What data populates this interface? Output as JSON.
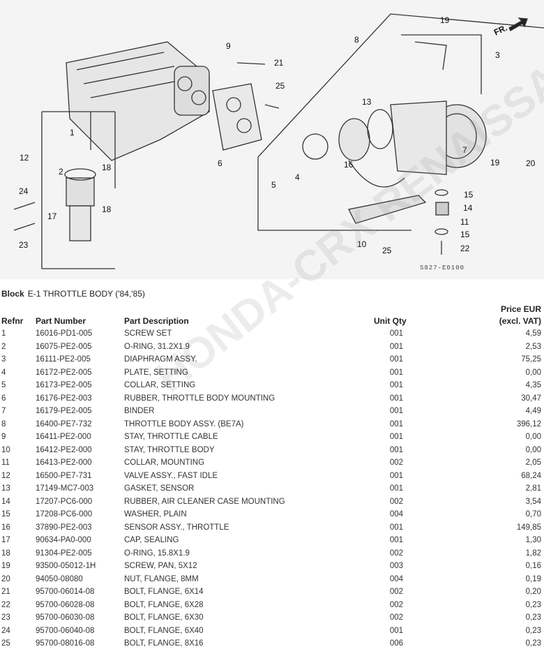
{
  "diagram": {
    "callouts": [
      "19",
      "FR.",
      "9",
      "8",
      "21",
      "3",
      "25",
      "13",
      "1",
      "12",
      "6",
      "18",
      "2",
      "7",
      "16",
      "19",
      "20",
      "5",
      "4",
      "24",
      "15",
      "18",
      "14",
      "17",
      "11",
      "15",
      "23",
      "10",
      "25",
      "22"
    ],
    "code": "S827-E0100"
  },
  "block": {
    "label": "Block",
    "title": "E-1 THROTTLE BODY ('84,'85)"
  },
  "columns": {
    "refnr": "Refnr",
    "part_number": "Part Number",
    "description": "Part Description",
    "qty": "Unit Qty",
    "price_line1": "Price EUR",
    "price_line2": "(excl. VAT)"
  },
  "rows": [
    {
      "ref": "1",
      "pn": "16016-PD1-005",
      "desc": "SCREW SET",
      "qty": "001",
      "price": "4,59"
    },
    {
      "ref": "2",
      "pn": "16075-PE2-005",
      "desc": "O-RING, 31.2X1.9",
      "qty": "001",
      "price": "2,53"
    },
    {
      "ref": "3",
      "pn": "16111-PE2-005",
      "desc": "DIAPHRAGM ASSY.",
      "qty": "001",
      "price": "75,25"
    },
    {
      "ref": "4",
      "pn": "16172-PE2-005",
      "desc": "PLATE, SETTING",
      "qty": "001",
      "price": "0,00"
    },
    {
      "ref": "5",
      "pn": "16173-PE2-005",
      "desc": "COLLAR, SETTING",
      "qty": "001",
      "price": "4,35"
    },
    {
      "ref": "6",
      "pn": "16176-PE2-003",
      "desc": "RUBBER, THROTTLE BODY MOUNTING",
      "qty": "001",
      "price": "30,47"
    },
    {
      "ref": "7",
      "pn": "16179-PE2-005",
      "desc": "BINDER",
      "qty": "001",
      "price": "4,49"
    },
    {
      "ref": "8",
      "pn": "16400-PE7-732",
      "desc": "THROTTLE BODY ASSY. (BE7A)",
      "qty": "001",
      "price": "396,12"
    },
    {
      "ref": "9",
      "pn": "16411-PE2-000",
      "desc": "STAY, THROTTLE CABLE",
      "qty": "001",
      "price": "0,00"
    },
    {
      "ref": "10",
      "pn": "16412-PE2-000",
      "desc": "STAY, THROTTLE BODY",
      "qty": "001",
      "price": "0,00"
    },
    {
      "ref": "11",
      "pn": "16413-PE2-000",
      "desc": "COLLAR, MOUNTING",
      "qty": "002",
      "price": "2,05"
    },
    {
      "ref": "12",
      "pn": "16500-PE7-731",
      "desc": "VALVE ASSY., FAST IDLE",
      "qty": "001",
      "price": "68,24"
    },
    {
      "ref": "13",
      "pn": "17149-MC7-003",
      "desc": "GASKET, SENSOR",
      "qty": "001",
      "price": "2,81"
    },
    {
      "ref": "14",
      "pn": "17207-PC6-000",
      "desc": "RUBBER, AIR CLEANER CASE MOUNTING",
      "qty": "002",
      "price": "3,54"
    },
    {
      "ref": "15",
      "pn": "17208-PC6-000",
      "desc": "WASHER, PLAIN",
      "qty": "004",
      "price": "0,70"
    },
    {
      "ref": "16",
      "pn": "37890-PE2-003",
      "desc": "SENSOR ASSY., THROTTLE",
      "qty": "001",
      "price": "149,85"
    },
    {
      "ref": "17",
      "pn": "90634-PA0-000",
      "desc": "CAP, SEALING",
      "qty": "001",
      "price": "1,30"
    },
    {
      "ref": "18",
      "pn": "91304-PE2-005",
      "desc": "O-RING, 15.8X1.9",
      "qty": "002",
      "price": "1,82"
    },
    {
      "ref": "19",
      "pn": "93500-05012-1H",
      "desc": "SCREW, PAN, 5X12",
      "qty": "003",
      "price": "0,16"
    },
    {
      "ref": "20",
      "pn": "94050-08080",
      "desc": "NUT, FLANGE, 8MM",
      "qty": "004",
      "price": "0,19"
    },
    {
      "ref": "21",
      "pn": "95700-06014-08",
      "desc": "BOLT, FLANGE, 6X14",
      "qty": "002",
      "price": "0,20"
    },
    {
      "ref": "22",
      "pn": "95700-06028-08",
      "desc": "BOLT, FLANGE, 6X28",
      "qty": "002",
      "price": "0,23"
    },
    {
      "ref": "23",
      "pn": "95700-06030-08",
      "desc": "BOLT, FLANGE, 6X30",
      "qty": "002",
      "price": "0,23"
    },
    {
      "ref": "24",
      "pn": "95700-06040-08",
      "desc": "BOLT, FLANGE, 6X40",
      "qty": "001",
      "price": "0,23"
    },
    {
      "ref": "25",
      "pn": "95700-08016-08",
      "desc": "BOLT, FLANGE, 8X16",
      "qty": "006",
      "price": "0,23"
    }
  ],
  "watermark": "HONDA-CRX RENAISSANCE WWW.HONDA-CRX"
}
